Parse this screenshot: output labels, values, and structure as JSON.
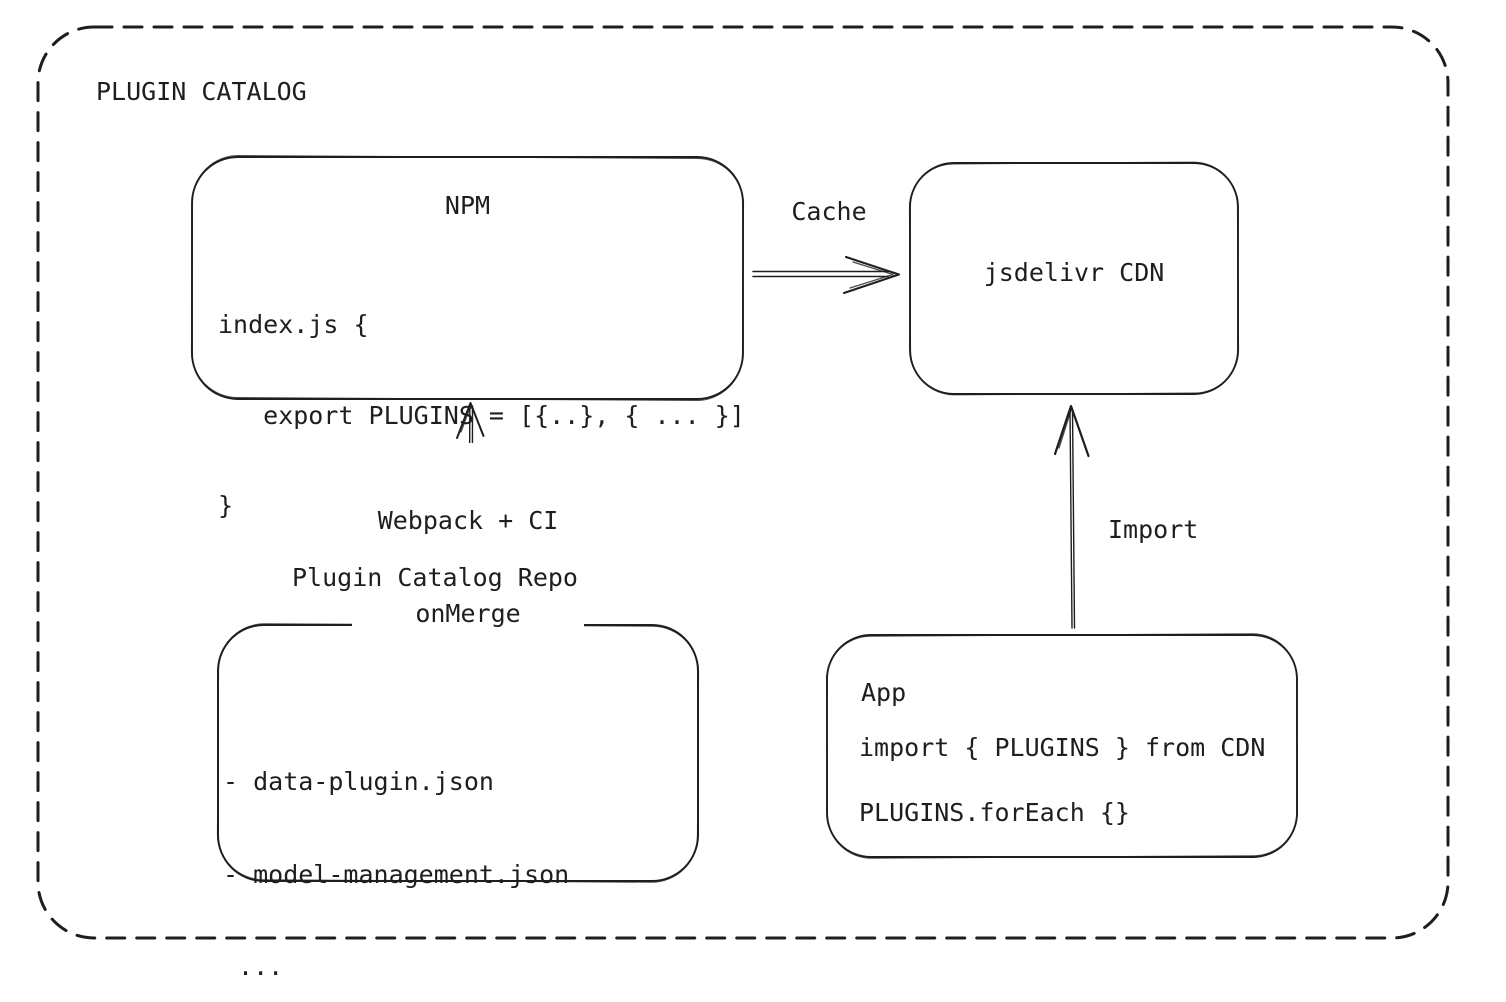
{
  "diagram": {
    "title": "PLUGIN CATALOG",
    "colors": {
      "stroke": "#1e1e1e",
      "background": "#ffffff"
    },
    "nodes": {
      "npm": {
        "title": "NPM",
        "code": [
          "index.js {",
          "   export PLUGINS = [{..}, { ... }]",
          "}"
        ]
      },
      "cdn": {
        "label": "jsdelivr CDN"
      },
      "repo": {
        "label": "Plugin Catalog Repo",
        "items": [
          "- data-plugin.json",
          "- model-management.json",
          " ..."
        ]
      },
      "app": {
        "title": "App",
        "code": [
          "import { PLUGINS } from CDN",
          "PLUGINS.forEach {}"
        ]
      }
    },
    "edges": {
      "cache": {
        "label": "Cache",
        "from": "NPM",
        "to": "jsdelivr CDN"
      },
      "build": {
        "label_lines": [
          "Webpack + CI",
          "onMerge"
        ],
        "from": "Plugin Catalog Repo",
        "to": "NPM"
      },
      "import": {
        "label": "Import",
        "from": "App",
        "to": "jsdelivr CDN"
      }
    }
  }
}
